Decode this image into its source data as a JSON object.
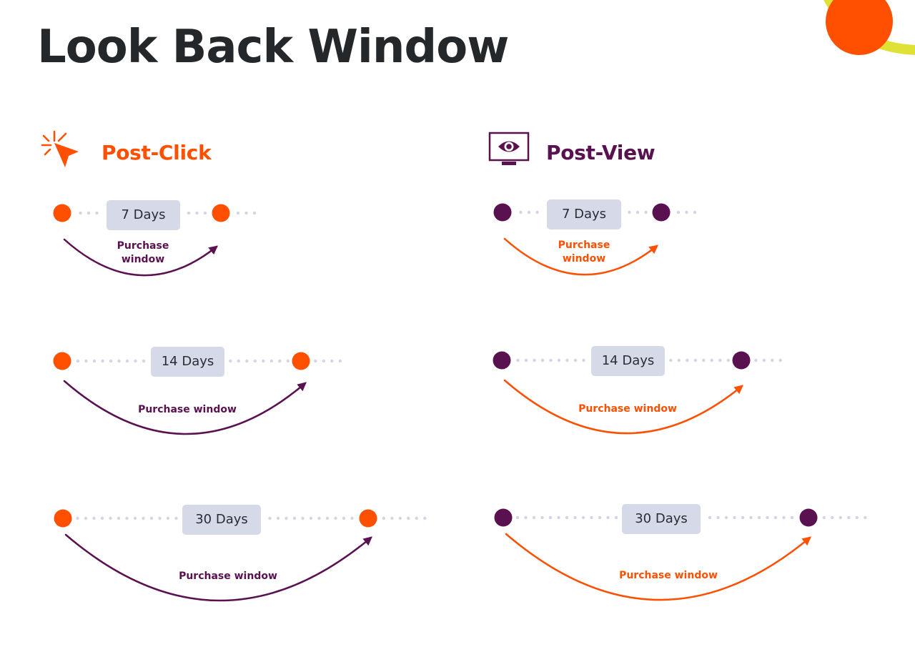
{
  "title": "Look Back Window",
  "colors": {
    "orange": "#fe5000",
    "purple": "#5a1150",
    "box_bg": "#d5d9e8",
    "dots": "#d2d5e4",
    "yellow_ring": "#dfe134",
    "title_text": "#25282b"
  },
  "sections": [
    {
      "title": "Post-Click",
      "icon": "click-pointer-icon",
      "node_color": "#fe5000",
      "arc_color": "#5a1150",
      "label_color": "#5a1150",
      "rows": [
        {
          "days": "7 Days",
          "purchase_label": "Purchase window"
        },
        {
          "days": "14 Days",
          "purchase_label": "Purchase window"
        },
        {
          "days": "30 Days",
          "purchase_label": "Purchase window"
        }
      ]
    },
    {
      "title": "Post-View",
      "icon": "monitor-eye-icon",
      "node_color": "#5a1150",
      "arc_color": "#fe5000",
      "label_color": "#fe5000",
      "rows": [
        {
          "days": "7 Days",
          "purchase_label": "Purchase window"
        },
        {
          "days": "14 Days",
          "purchase_label": "Purchase window"
        },
        {
          "days": "30 Days",
          "purchase_label": "Purchase window"
        }
      ]
    }
  ]
}
